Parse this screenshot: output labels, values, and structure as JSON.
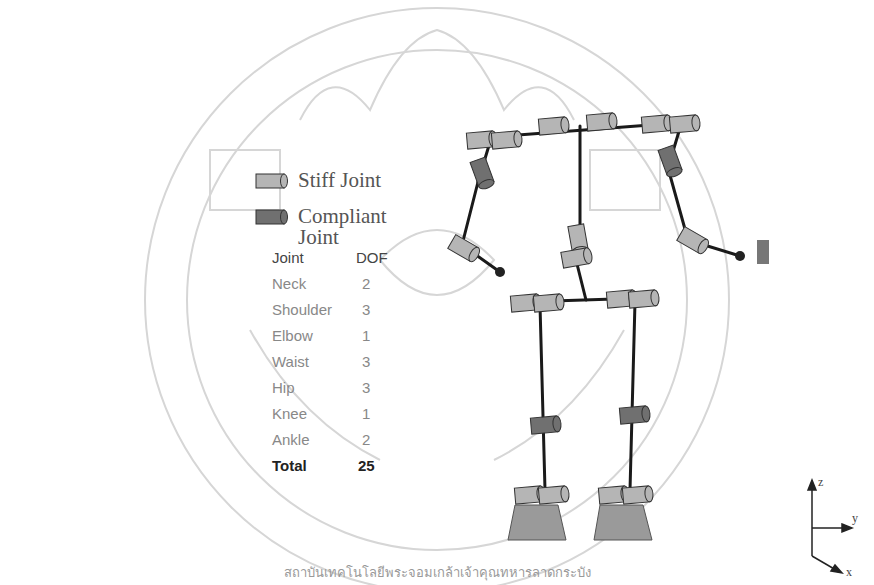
{
  "diagram": {
    "labels": [
      "Joint",
      "DOF",
      "Neck",
      "2",
      "Shoulder",
      "3",
      "Elbow",
      "1",
      "Waist",
      "3",
      "Hip",
      "3",
      "Knee",
      "1",
      "Ankle",
      "2",
      "Total",
      "25",
      "z",
      "y",
      "x",
      "สถาบันเทคโนโลยีพระจอมเกล้าเจ้าคุณทหารลาดกระบัง"
    ],
    "legend": [
      {
        "text": "Stiff Joint",
        "color": "#b5b5b5"
      },
      {
        "text": "Compliant Joint",
        "color": "#707070"
      }
    ]
  }
}
